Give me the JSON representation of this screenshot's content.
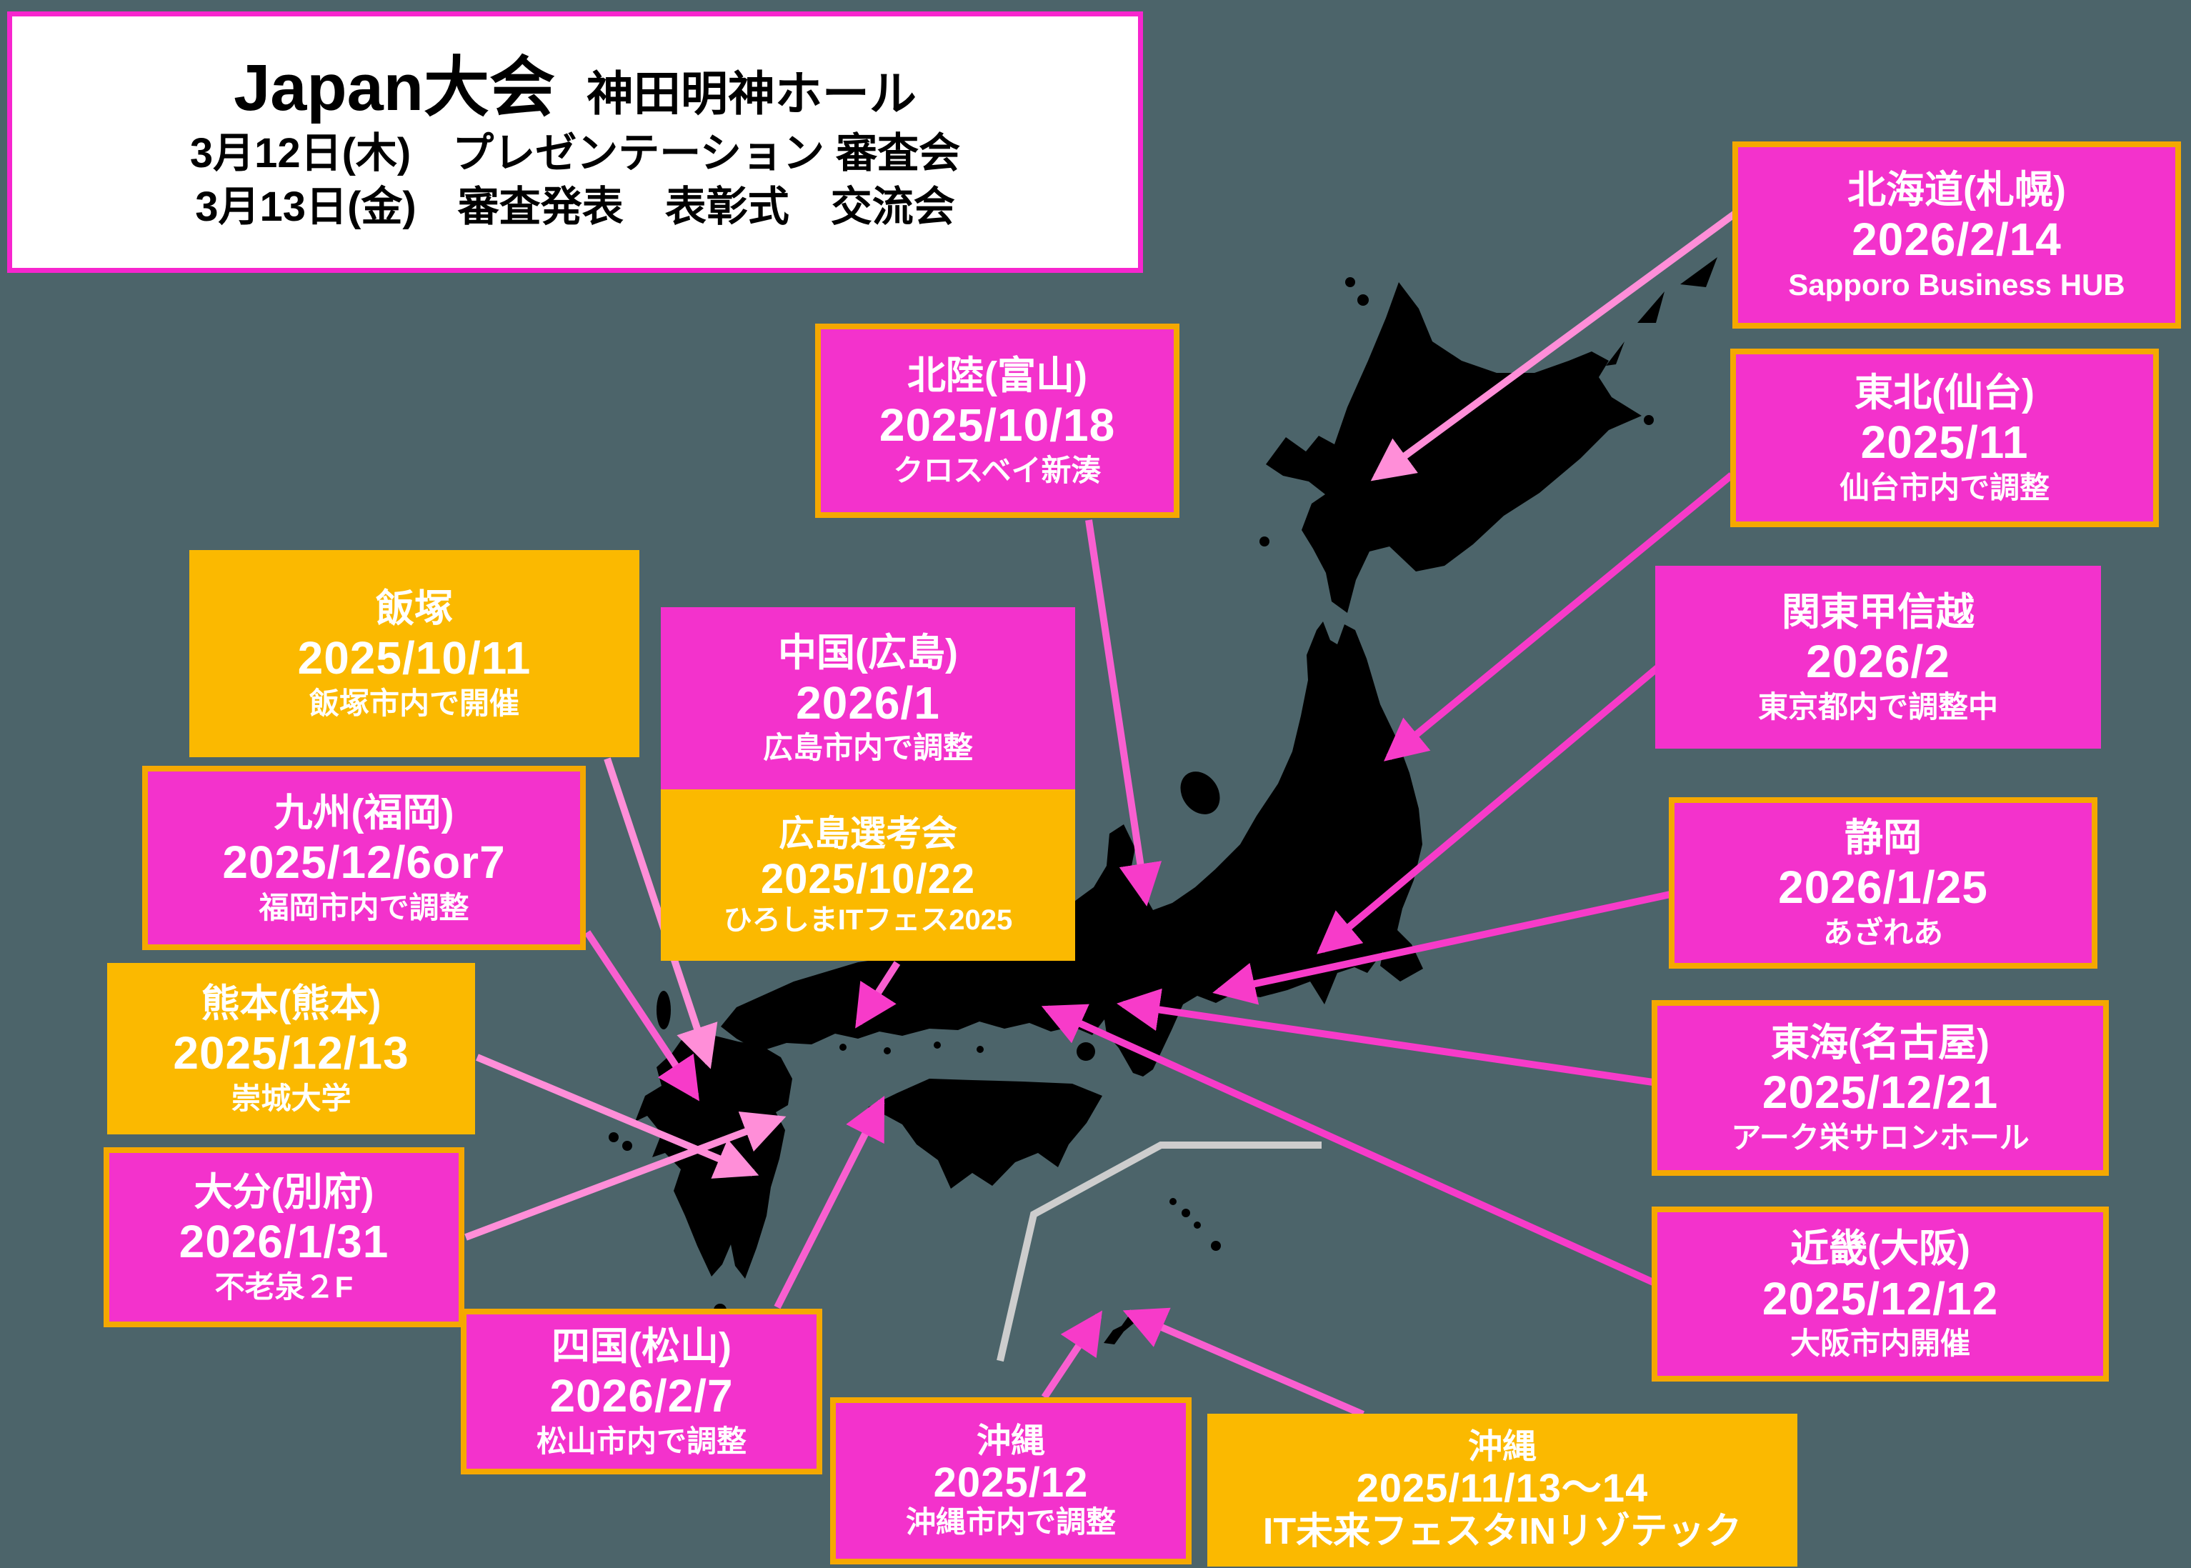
{
  "title_box": {
    "main": "Japan大会",
    "hall": "神田明神ホール",
    "line2": "3月12日(木)　プレゼンテーション 審査会",
    "line3": "3月13日(金)　審査発表　表彰式　交流会"
  },
  "colors": {
    "background": "#4C646A",
    "pink_box": "#F332CC",
    "orange_box": "#FBB900",
    "box_border_orange": "#F5A800",
    "title_border_pink": "#F725CE",
    "arrow_strong": "#F73BC9",
    "arrow_light": "#FF8ED8",
    "map_land": "#000000",
    "okinawa_divider": "#CDCDCD",
    "text_white": "#FFFFFF",
    "text_black": "#000000"
  },
  "regions": [
    {
      "id": "hokkaido",
      "title": "北海道(札幌)",
      "date": "2026/2/14",
      "venue": "Sapporo Business HUB"
    },
    {
      "id": "tohoku",
      "title": "東北(仙台)",
      "date": "2025/11",
      "venue": "仙台市内で調整"
    },
    {
      "id": "kanto-koshinetsu",
      "title": "関東甲信越",
      "date": "2026/2",
      "venue": "東京都内で調整中"
    },
    {
      "id": "shizuoka",
      "title": "静岡",
      "date": "2026/1/25",
      "venue": "あざれあ"
    },
    {
      "id": "tokai",
      "title": "東海(名古屋)",
      "date": "2025/12/21",
      "venue": "アーク栄サロンホール"
    },
    {
      "id": "kinki",
      "title": "近畿(大阪)",
      "date": "2025/12/12",
      "venue": "大阪市内開催"
    },
    {
      "id": "hokuriku",
      "title": "北陸(富山)",
      "date": "2025/10/18",
      "venue": "クロスベイ新湊"
    },
    {
      "id": "chugoku",
      "title": "中国(広島)",
      "date": "2026/1",
      "venue": "広島市内で調整"
    },
    {
      "id": "hiroshima-senkokai",
      "title": "広島選考会",
      "date": "2025/10/22",
      "venue": "ひろしまITフェス2025"
    },
    {
      "id": "iizuka",
      "title": "飯塚",
      "date": "2025/10/11",
      "venue": "飯塚市内で開催"
    },
    {
      "id": "kyushu",
      "title": "九州(福岡)",
      "date": "2025/12/6or7",
      "venue": "福岡市内で調整"
    },
    {
      "id": "kumamoto",
      "title": "熊本(熊本)",
      "date": "2025/12/13",
      "venue": "崇城大学"
    },
    {
      "id": "oita",
      "title": "大分(別府)",
      "date": "2026/1/31",
      "venue": "不老泉２F"
    },
    {
      "id": "shikoku",
      "title": "四国(松山)",
      "date": "2026/2/7",
      "venue": "松山市内で調整"
    },
    {
      "id": "okinawa-dec",
      "title": "沖縄",
      "date": "2025/12",
      "venue": "沖縄市内で調整"
    },
    {
      "id": "okinawa-nov",
      "title": "沖縄",
      "date": "2025/11/13～14",
      "venue": "IT未来フェスタINリゾテック"
    }
  ]
}
